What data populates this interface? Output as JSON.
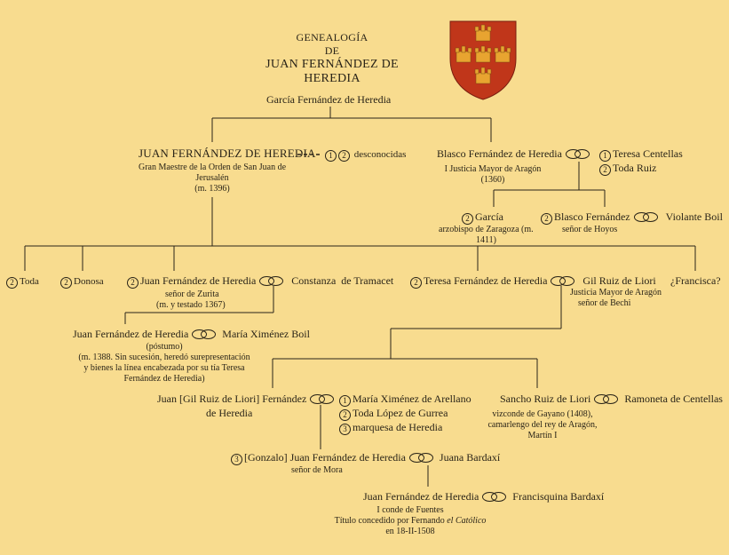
{
  "title": {
    "line1": "GENEALOGÍA",
    "line2": "DE",
    "line3": "JUAN FERNÁNDEZ DE HEREDIA"
  },
  "colors": {
    "background": "#f8dc8f",
    "shield": "#c0361a",
    "castle": "#e8a430",
    "ink": "#2a2418"
  },
  "icons": {
    "shield": "coat-of-arms-castles",
    "marriage": "interlinked-rings",
    "spouse_number": "circled-number"
  },
  "people": {
    "garcia_root": "García Fernández de Heredia",
    "juan_gm": {
      "name": "JUAN FERNÁNDEZ DE HEREDIA",
      "desc1": "Gran Maestre de la Orden de San Juan de",
      "desc2": "Jerusalén",
      "desc3": "(m. 1396)",
      "unknown": "desconocidas",
      "unknown_nums": [
        "1",
        "2"
      ]
    },
    "blasco": {
      "name": "Blasco Fernández de Heredia",
      "desc1": "I Justicia Mayor de Aragón",
      "desc2": "(1360)",
      "spouse1": "Teresa Centellas",
      "spouse2": "Toda Ruiz"
    },
    "garcia_arz": {
      "num": "2",
      "name": "García",
      "desc1": "arzobispo de Zaragoza (m.",
      "desc2": "1411)"
    },
    "blasco_jr": {
      "num": "2",
      "name": "Blasco Fernández",
      "desc": "señor de Hoyos",
      "spouse": "Violante Boil"
    },
    "toda": {
      "num": "2",
      "name": "Toda"
    },
    "donosa": {
      "num": "2",
      "name": "Donosa"
    },
    "juan_zurita": {
      "num": "2",
      "name": "Juan Fernández de Heredia",
      "desc1": "señor de Zurita",
      "desc2": "(m. y testado 1367)",
      "spouse": "Constanza  de Tramacet"
    },
    "teresa": {
      "num": "2",
      "name": "Teresa Fernández de Heredia",
      "spouse": "Gil Ruiz de Liori",
      "spouse_desc1": "Justicia Mayor de Aragón",
      "spouse_desc2": "señor de Bechi"
    },
    "francisca": "¿Francisca?",
    "juan_postumo": {
      "name": "Juan Fernández de Heredia",
      "spouse": "María Ximénez Boil",
      "desc1": "(póstumo)",
      "desc2": "(m. 1388. Sin sucesión, heredó surepresentación",
      "desc3": "y bienes la línea encabezada por su tía Teresa",
      "desc4": "Fernández de Heredia)"
    },
    "juan_gil": {
      "name1": "Juan [Gil Ruiz de Liori] Fernández",
      "name2": "de Heredia",
      "spouses": [
        {
          "num": "1",
          "name": "María Ximénez de Arellano"
        },
        {
          "num": "2",
          "name": "Toda López de Gurrea"
        },
        {
          "num": "3",
          "name": "marquesa de Heredia"
        }
      ]
    },
    "sancho": {
      "name": "Sancho Ruiz de Liori",
      "spouse": "Ramoneta de Centellas",
      "desc1": "vizconde de Gayano (1408),",
      "desc2": "camarlengo del rey de Aragón,",
      "desc3": "Martín I"
    },
    "gonzalo": {
      "num": "3",
      "name": "[Gonzalo] Juan Fernández de Heredia",
      "desc": "señor de Mora",
      "spouse": "Juana Bardaxí"
    },
    "juan_fuentes": {
      "name": "Juan Fernández de Heredia",
      "spouse": "Francisquina Bardaxí",
      "desc1": "I conde de Fuentes",
      "desc2a": "Título concedido por Fernando ",
      "desc2b": "el Católico",
      "desc3": "en 18-II-1508"
    }
  }
}
